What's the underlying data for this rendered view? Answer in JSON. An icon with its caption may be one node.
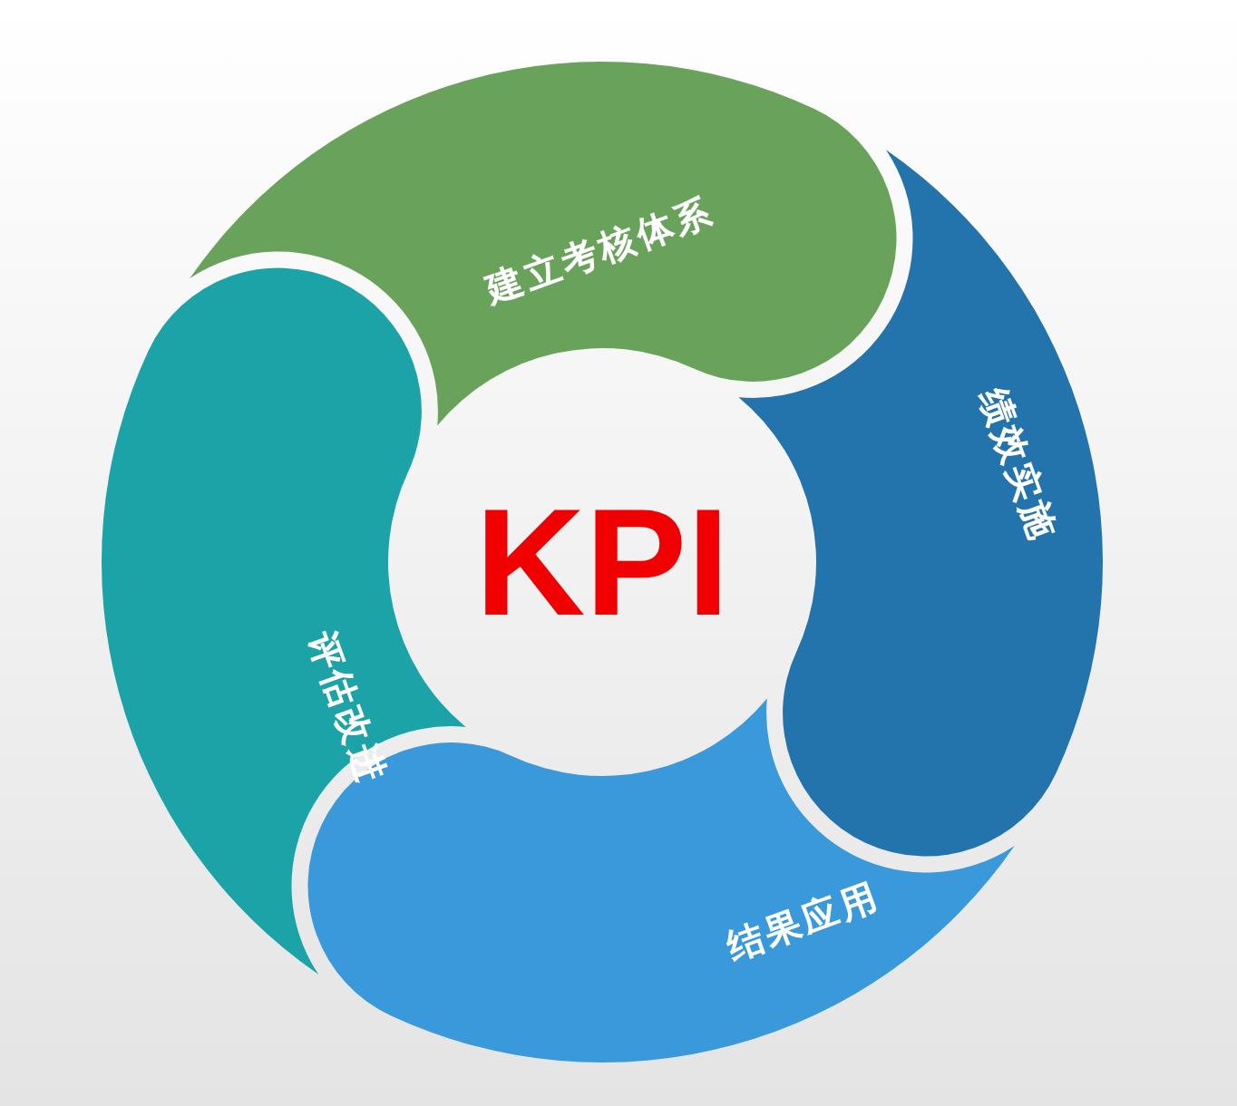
{
  "diagram": {
    "nodes": [
      {
        "text": [
          "KPI"
        ]
      },
      {
        "text": [
          "建立考核体系"
        ]
      },
      {
        "text": [
          "绩效实施"
        ]
      },
      {
        "text": [
          "结果应用"
        ]
      },
      {
        "text": [
          "评估改进"
        ]
      }
    ]
  }
}
